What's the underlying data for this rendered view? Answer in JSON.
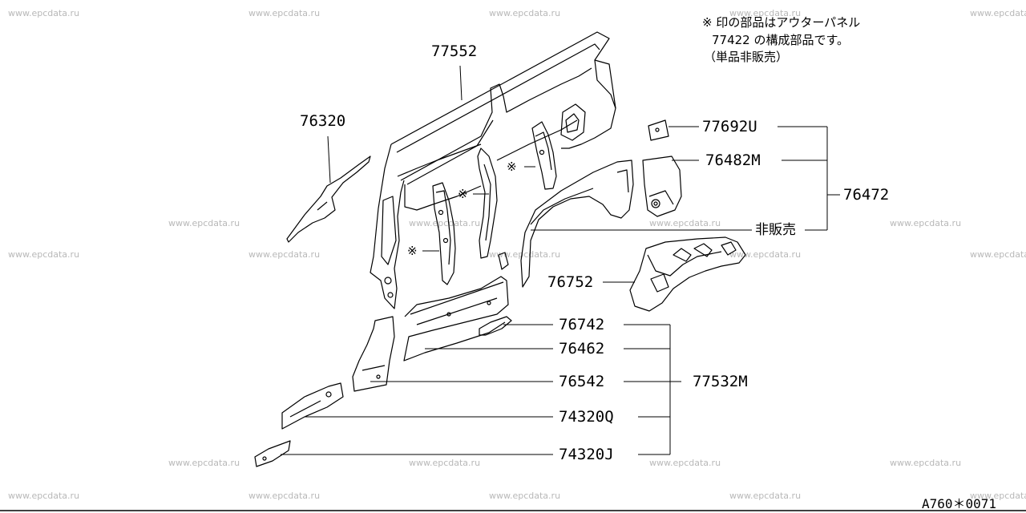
{
  "watermark": "www.epcdata.ru",
  "note": {
    "line1": "※ 印の部品はアウターパネル",
    "line2": "77422 の構成部品です。",
    "line3": "（単品非販売）"
  },
  "mark_symbol": "※",
  "labels": {
    "p77552": "77552",
    "p76320": "76320",
    "p77692U": "77692U",
    "p76482M": "76482M",
    "p76472": "76472",
    "not_sold": "非販売",
    "p76752": "76752",
    "p76742": "76742",
    "p76462": "76462",
    "p76542": "76542",
    "p77532M": "77532M",
    "p74320Q": "74320Q",
    "p74320J": "74320J"
  },
  "diagram_code": "A760＊0071"
}
